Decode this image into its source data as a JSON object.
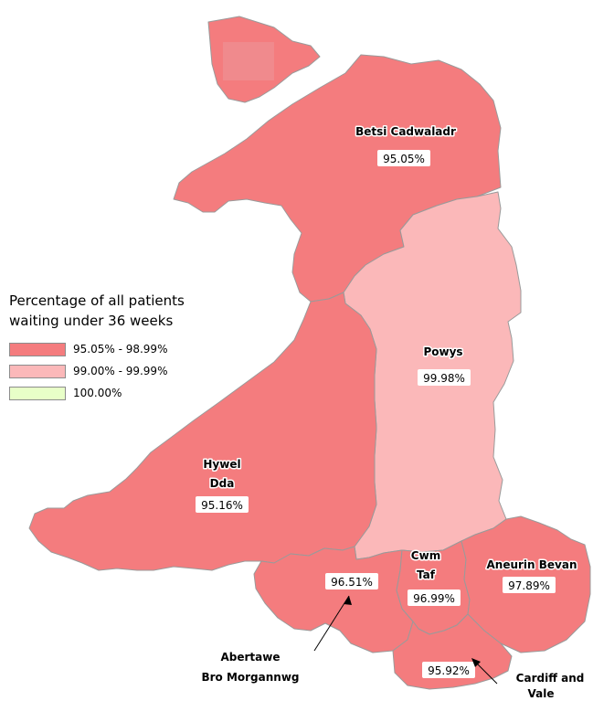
{
  "legend": {
    "title_line1": "Percentage of all patients",
    "title_line2": "waiting under 36 weeks",
    "items": [
      {
        "label": "95.05% - 98.99%",
        "color": "#f47c7e"
      },
      {
        "label": "99.00% - 99.99%",
        "color": "#fbb8b9"
      },
      {
        "label": "100.00%",
        "color": "#e8ffc8"
      }
    ]
  },
  "regions": {
    "betsi": {
      "name": "Betsi Cadwaladr",
      "value": "95.05%",
      "color": "#f47c7e"
    },
    "powys": {
      "name": "Powys",
      "value": "99.98%",
      "color": "#fbb8b9"
    },
    "hywel": {
      "name_line1": "Hywel",
      "name_line2": "Dda",
      "value": "95.16%",
      "color": "#f47c7e"
    },
    "abertawe": {
      "name_line1": "Abertawe",
      "name_line2": "Bro Morgannwg",
      "value": "96.51%",
      "color": "#f47c7e"
    },
    "cwmtaf": {
      "name_line1": "Cwm",
      "name_line2": "Taf",
      "value": "96.99%",
      "color": "#f47c7e"
    },
    "aneurin": {
      "name": "Aneurin Bevan",
      "value": "97.89%",
      "color": "#f47c7e"
    },
    "cardiff": {
      "name_line1": "Cardiff and",
      "name_line2": "Vale",
      "value": "95.92%",
      "color": "#f47c7e"
    }
  }
}
